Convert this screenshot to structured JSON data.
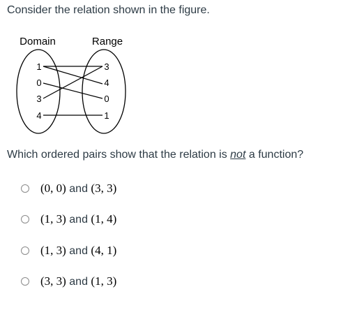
{
  "prompt": "Consider the relation shown in the figure.",
  "diagram": {
    "domain_title": "Domain",
    "range_title": "Range",
    "domain": [
      "1",
      "0",
      "3",
      "4"
    ],
    "range": [
      "3",
      "4",
      "0",
      "1"
    ]
  },
  "question": {
    "before": "Which ordered pairs show that the relation is ",
    "emph": "not",
    "after": " a function?"
  },
  "options": [
    {
      "a": "(0, 0)",
      "joiner": " and ",
      "b": "(3, 3)"
    },
    {
      "a": "(1, 3)",
      "joiner": " and ",
      "b": "(1, 4)"
    },
    {
      "a": "(1, 3)",
      "joiner": " and ",
      "b": "(4, 1)"
    },
    {
      "a": "(3, 3)",
      "joiner": " and ",
      "b": "(1, 3)"
    }
  ]
}
